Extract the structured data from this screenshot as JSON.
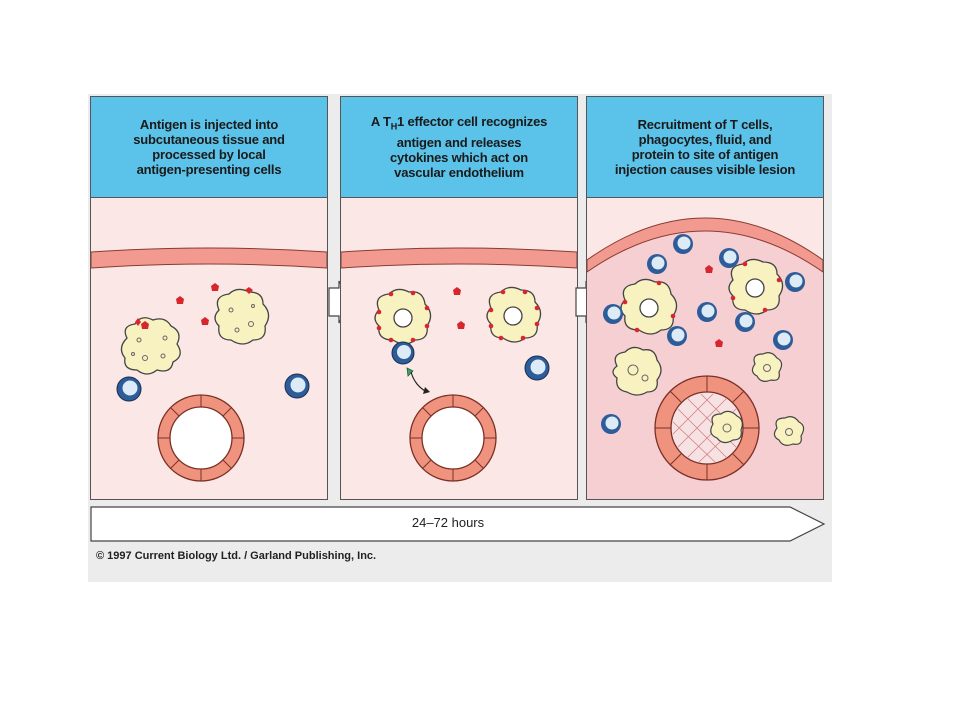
{
  "panels": [
    {
      "caption": "Antigen is injected into\nsubcutaneous tissue and\nprocessed by local\nantigen-presenting cells"
    },
    {
      "caption_prefix": "A T",
      "caption_sub": "H",
      "caption_rest": "1 effector cell recognizes\nantigen and releases\ncytokines which act on\nvascular endothelium"
    },
    {
      "caption": "Recruitment of T cells,\nphagocytes, fluid, and\nprotein to site of antigen\ninjection causes visible lesion"
    }
  ],
  "timeline": {
    "label": "24–72 hours"
  },
  "copyright": "© 1997 Current Biology Ltd. / Garland Publishing, Inc.",
  "colors": {
    "caption_bg": "#5bc3ea",
    "tissue_bg": "#fbe7e5",
    "inflamed_bg": "#f6cfd3",
    "skin_band": "#f29a90",
    "vessel_wall": "#f0937e",
    "apc_cell": "#f8f2c0",
    "antigen": "#d8262e",
    "t_cell": "#2d5c9a"
  }
}
